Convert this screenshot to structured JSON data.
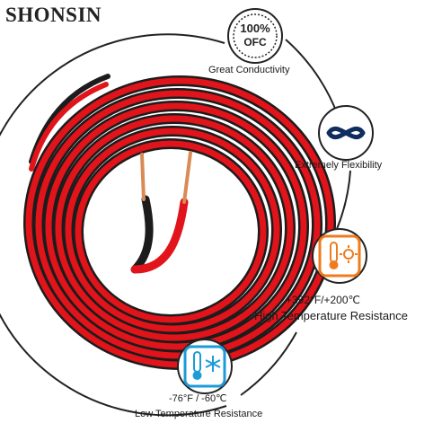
{
  "brand": {
    "name": "SHONSIN"
  },
  "badge": {
    "line1": "100%",
    "line2": "OFC"
  },
  "features": [
    {
      "icon": "badge-circle-icon",
      "line1": "Great Conductivity"
    },
    {
      "icon": "knot-icon",
      "line1": "Extremely Flexibility"
    },
    {
      "icon": "thermometer-sun-icon",
      "line1": "+392°F/+200℃",
      "line2": "High Temperature Resistance"
    },
    {
      "icon": "thermometer-snowflake-icon",
      "line1": "-76°F / -60℃",
      "line2": "Low Temperature Resistance"
    }
  ],
  "colors": {
    "wire_red": "#e0141a",
    "wire_black": "#1c1c1c",
    "copper": "#d98a55",
    "orange_icon": "#f07b1e",
    "blue_icon": "#1b9bd8",
    "ring": "#222222"
  }
}
